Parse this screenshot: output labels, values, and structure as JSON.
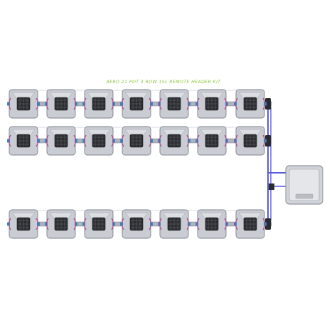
{
  "title": "AERO 21 POT 3 ROW 15L REMOTE HEADER KIT",
  "colors": {
    "title": "#8cc63f",
    "pot_body": "#c9ccd2",
    "pot_edge": "#7e838c",
    "net_cup": "#2b2d31",
    "pipe": "#aeb3bb",
    "connector": "#2f8fc6",
    "hose": "#b3418f",
    "feed_line": "#5a5cd9",
    "tank_body": "#d0d3d8"
  },
  "rows": [
    {
      "name": "row-1",
      "pots": 7
    },
    {
      "name": "row-2",
      "pots": 7
    },
    {
      "name": "row-3",
      "pots": 7
    }
  ],
  "icons": {
    "pot": "pot-icon",
    "tank": "header-tank-icon"
  }
}
